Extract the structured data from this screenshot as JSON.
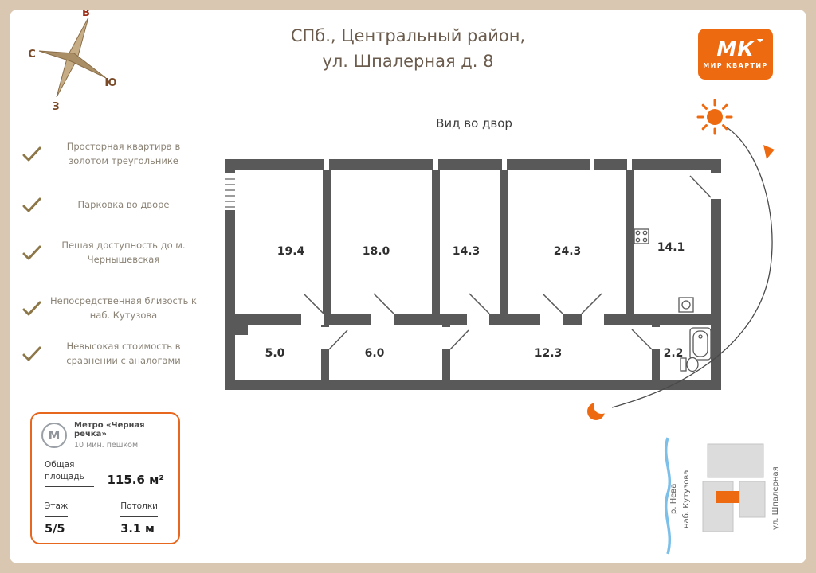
{
  "header": {
    "line1": "СПб., Центральный район,",
    "line2": "ул. Шпалерная д. 8"
  },
  "logo": {
    "mark": "МК",
    "name": "МИР КВАРТИР"
  },
  "compass": {
    "n": "С",
    "e": "В",
    "s": "Ю",
    "w": "З"
  },
  "view_label": "Вид во двор",
  "features": [
    {
      "text": "Просторная квартира в золотом треугольнике"
    },
    {
      "text": "Парковка во дворе"
    },
    {
      "text": "Пешая доступность до м. Чернышевская"
    },
    {
      "text": "Непосредственная близость к наб. Кутузова"
    },
    {
      "text": "Невысокая стоимость в сравнении с аналогами"
    }
  ],
  "floorplan": {
    "rooms": [
      "19.4",
      "18.0",
      "14.3",
      "24.3",
      "14.1",
      "5.0",
      "6.0",
      "12.3",
      "2.2"
    ]
  },
  "info": {
    "metro_icon": "М",
    "metro_name": "Метро «Черная речка»",
    "metro_walk": "10 мин. пешком",
    "area_label": "Общая площадь",
    "area_value": "115.6 м²",
    "floor_label": "Этаж",
    "floor_value": "5/5",
    "ceiling_label": "Потолки",
    "ceiling_value": "3.1 м"
  },
  "map": {
    "river": "р. Нева",
    "embankment": "наб. Кутузова",
    "street": "ул. Шпалерная"
  },
  "colors": {
    "accent": "#ee6a10",
    "wall": "#59595a",
    "frame": "#d9c7b2"
  }
}
